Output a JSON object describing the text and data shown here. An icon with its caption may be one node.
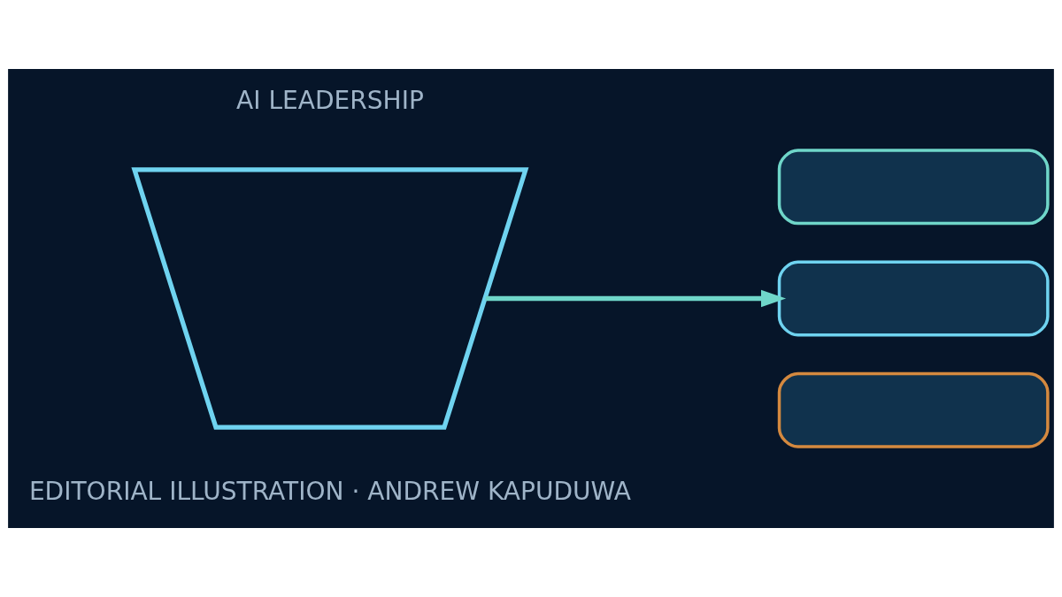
{
  "diagram": {
    "nodes": [
      {
        "text": [],
        "shape": "trapezoid"
      },
      {
        "text": [],
        "shape": "box"
      },
      {
        "text": [],
        "shape": "box"
      },
      {
        "text": [],
        "shape": "box"
      }
    ],
    "edges": [
      {
        "from": 0,
        "to": 2,
        "arrow": "to"
      }
    ],
    "labels": [
      "AI LEADERSHIP",
      "EDITORIAL ILLUSTRATION · ANDREW KAPUDUWA"
    ]
  }
}
